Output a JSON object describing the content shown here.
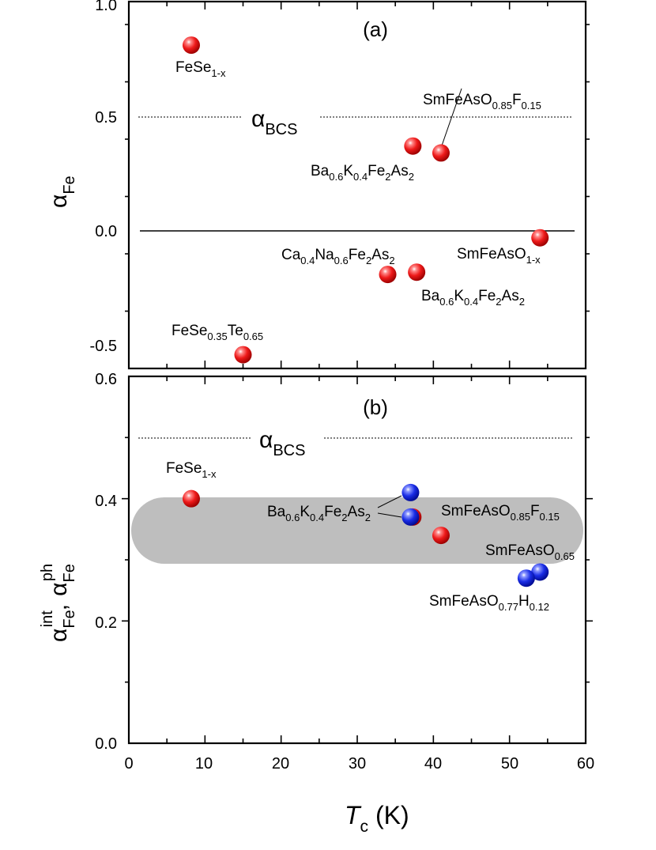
{
  "chart_data": [
    {
      "panel_label": "(a)",
      "type": "scatter",
      "xlim": [
        0,
        60
      ],
      "ylim": [
        -0.6,
        1.0
      ],
      "yticks": [
        -0.5,
        0.0,
        0.5,
        1.0
      ],
      "ytick_labels": [
        "-0.5",
        "0.0",
        "0.5",
        "1.0"
      ],
      "ylabel": {
        "main": "α",
        "sub": "Fe"
      },
      "reference_line": {
        "y": 0.5,
        "label_main": "α",
        "label_sub": "BCS",
        "style": "dotted"
      },
      "zero_line": {
        "y": 0.0,
        "style": "solid"
      },
      "points": [
        {
          "x": 8.2,
          "y": 0.81,
          "color": "red",
          "label": [
            [
              "FeSe",
              ""
            ],
            [
              "1-x",
              "sub"
            ]
          ]
        },
        {
          "x": 37.3,
          "y": 0.37,
          "color": "red",
          "label": [
            [
              "Ba",
              ""
            ],
            [
              "0.6",
              "sub"
            ],
            [
              "K",
              ""
            ],
            [
              "0.4",
              "sub"
            ],
            [
              "Fe",
              ""
            ],
            [
              "2",
              "sub"
            ],
            [
              "As",
              ""
            ],
            [
              "2",
              "sub"
            ]
          ]
        },
        {
          "x": 41.0,
          "y": 0.34,
          "color": "red",
          "label": [
            [
              "SmFeAsO",
              ""
            ],
            [
              "0.85",
              "sub"
            ],
            [
              "F",
              ""
            ],
            [
              "0.15",
              "sub"
            ]
          ]
        },
        {
          "x": 54.0,
          "y": -0.03,
          "color": "red",
          "label": [
            [
              "SmFeAsO",
              ""
            ],
            [
              "1-x",
              "sub"
            ]
          ]
        },
        {
          "x": 34.0,
          "y": -0.19,
          "color": "red",
          "label": [
            [
              "Ca",
              ""
            ],
            [
              "0.4",
              "sub"
            ],
            [
              "Na",
              ""
            ],
            [
              "0.6",
              "sub"
            ],
            [
              "Fe",
              ""
            ],
            [
              "2",
              "sub"
            ],
            [
              "As",
              ""
            ],
            [
              "2",
              "sub"
            ]
          ]
        },
        {
          "x": 37.8,
          "y": -0.18,
          "color": "red",
          "label": [
            [
              "Ba",
              ""
            ],
            [
              "0.6",
              "sub"
            ],
            [
              "K",
              ""
            ],
            [
              "0.4",
              "sub"
            ],
            [
              "Fe",
              ""
            ],
            [
              "2",
              "sub"
            ],
            [
              "As",
              ""
            ],
            [
              "2",
              "sub"
            ]
          ]
        },
        {
          "x": 15.0,
          "y": -0.54,
          "color": "red",
          "label": [
            [
              "FeSe",
              ""
            ],
            [
              "0.35",
              "sub"
            ],
            [
              "Te",
              ""
            ],
            [
              "0.65",
              "sub"
            ]
          ]
        }
      ]
    },
    {
      "panel_label": "(b)",
      "type": "scatter",
      "xlim": [
        0,
        60
      ],
      "ylim": [
        0.0,
        0.6
      ],
      "yticks": [
        0.0,
        0.2,
        0.4,
        0.6
      ],
      "ytick_labels": [
        "0.0",
        "0.2",
        "0.4",
        "0.6"
      ],
      "xticks": [
        0,
        10,
        20,
        30,
        40,
        50,
        60
      ],
      "xtick_labels": [
        "0",
        "10",
        "20",
        "30",
        "40",
        "50",
        "60"
      ],
      "xlabel": {
        "main": "T",
        "sub": "c",
        "unit": " (K)"
      },
      "ylabel": {
        "first_main": "α",
        "first_sup": "int",
        "first_sub": "Fe",
        "sep": ",",
        "second_main": "α",
        "second_sup": "ph",
        "second_sub": "Fe"
      },
      "reference_line": {
        "y": 0.5,
        "label_main": "α",
        "label_sub": "BCS",
        "style": "dotted"
      },
      "shaded_band": {
        "y_range": [
          0.3,
          0.4
        ],
        "x_range": [
          1,
          59
        ],
        "color": "#bebebe"
      },
      "points": [
        {
          "x": 8.2,
          "y": 0.4,
          "color": "red",
          "label": [
            [
              "FeSe",
              ""
            ],
            [
              "1-x",
              "sub"
            ]
          ]
        },
        {
          "x": 37.3,
          "y": 0.37,
          "color": "red",
          "label": [
            [
              "SmFeAsO",
              ""
            ],
            [
              "0.85",
              "sub"
            ],
            [
              "F",
              ""
            ],
            [
              "0.15",
              "sub"
            ]
          ]
        },
        {
          "x": 41.0,
          "y": 0.34,
          "color": "red",
          "label": []
        },
        {
          "x": 37.0,
          "y": 0.41,
          "color": "blue",
          "label": [
            [
              "Ba",
              ""
            ],
            [
              "0.6",
              "sub"
            ],
            [
              "K",
              ""
            ],
            [
              "0.4",
              "sub"
            ],
            [
              "Fe",
              ""
            ],
            [
              "2",
              "sub"
            ],
            [
              "As",
              ""
            ],
            [
              "2",
              "sub"
            ]
          ]
        },
        {
          "x": 37.0,
          "y": 0.37,
          "color": "blue",
          "label": []
        },
        {
          "x": 54.0,
          "y": 0.28,
          "color": "blue",
          "label": [
            [
              "SmFeAsO",
              ""
            ],
            [
              "0.65",
              "sub"
            ]
          ]
        },
        {
          "x": 52.2,
          "y": 0.27,
          "color": "blue",
          "label": [
            [
              "SmFeAsO",
              ""
            ],
            [
              "0.77",
              "sub"
            ],
            [
              "H",
              ""
            ],
            [
              "0.12",
              "sub"
            ]
          ]
        }
      ]
    }
  ],
  "colors": {
    "red_point": "#e8101a",
    "blue_point": "#1a2de6",
    "band": "#bebebe",
    "axis": "#000000"
  }
}
